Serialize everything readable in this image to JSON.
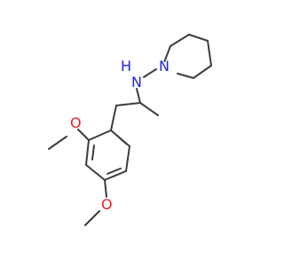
{
  "colors": {
    "background": "#ffffff",
    "bond": "#3c3c3c",
    "nitrogen": "#1f1fe6",
    "oxygen": "#e61f1f"
  },
  "molecule": {
    "atoms": {
      "n_piperidine": "N",
      "nh": "N",
      "nh_h": "H",
      "o_ortho": "O",
      "o_para": "O"
    }
  }
}
